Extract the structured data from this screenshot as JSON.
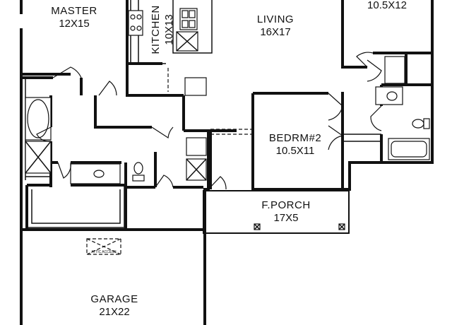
{
  "rooms": {
    "master": {
      "name": "MASTER",
      "size": "12X15"
    },
    "kitchen": {
      "name": "KITCHEN",
      "size": "10X13"
    },
    "living": {
      "name": "LIVING",
      "size": "16X17"
    },
    "bedroom3": {
      "size": "10.5X12"
    },
    "bedroom2": {
      "name": "BEDRM#2",
      "size": "10.5X11"
    },
    "porch": {
      "name": "F.PORCH",
      "size": "17X5"
    },
    "garage": {
      "name": "GARAGE",
      "size": "21X22"
    }
  },
  "annotations": {
    "attic_access": "ATTIC ACCESS"
  }
}
